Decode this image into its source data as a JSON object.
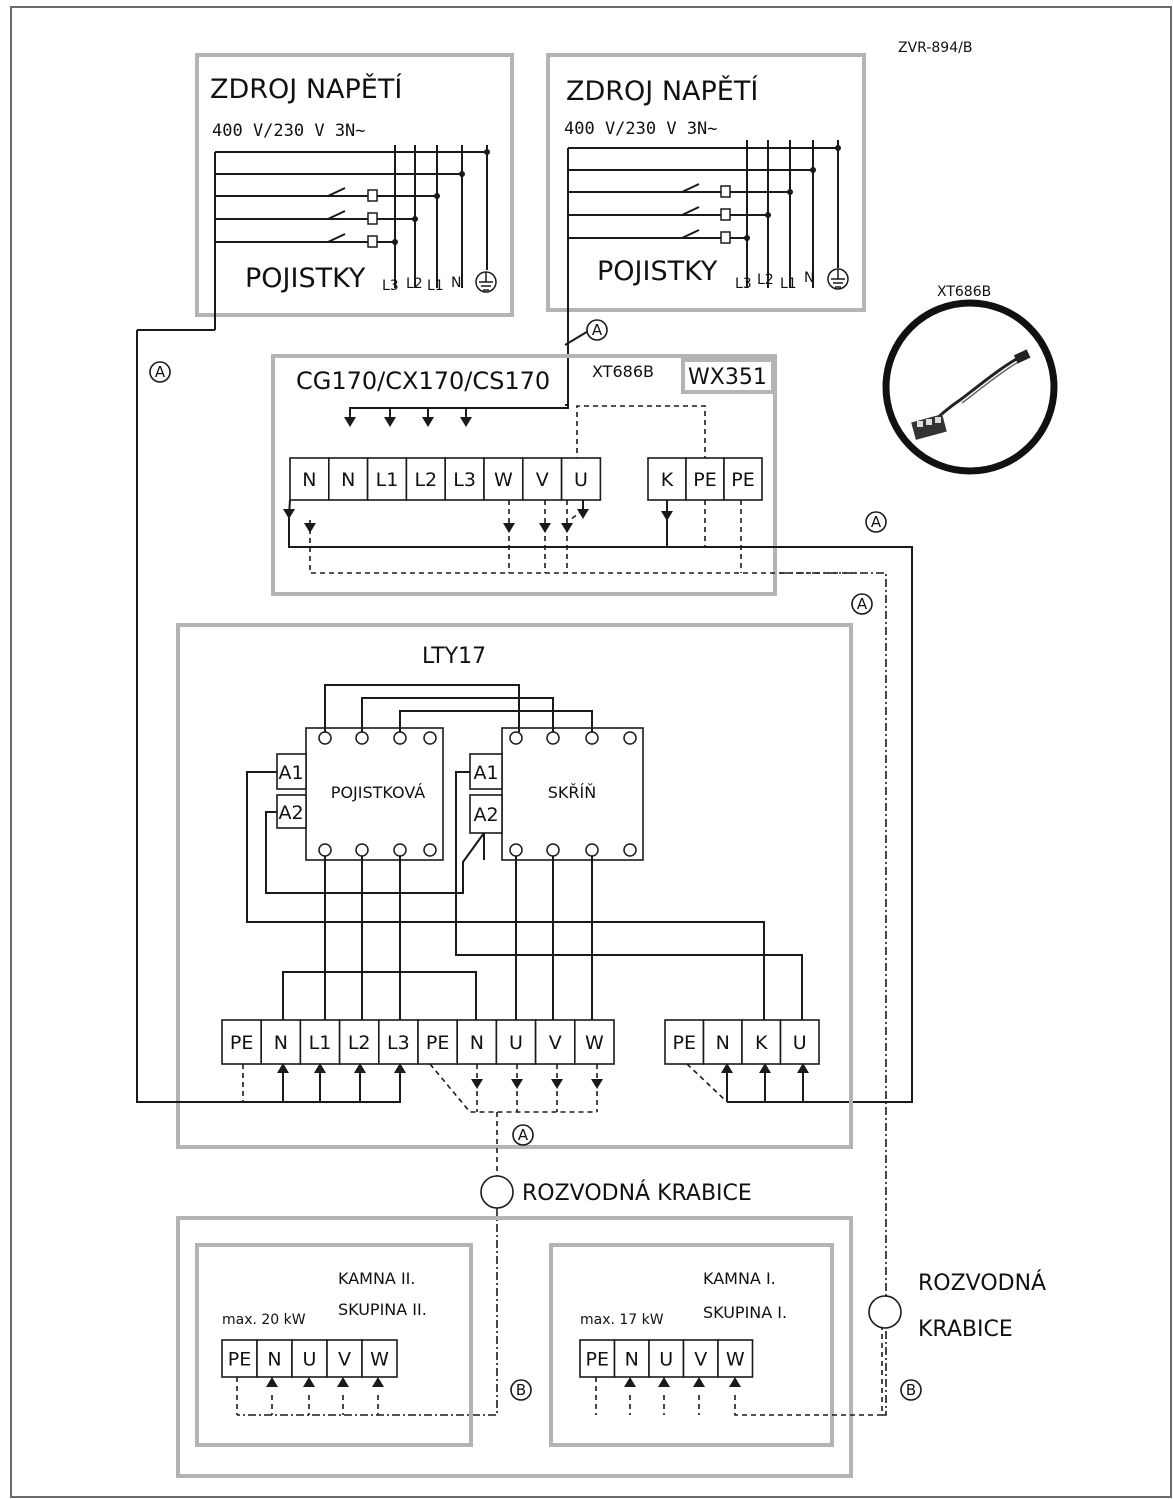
{
  "figure_id": "ZVR-894/B",
  "supplies": [
    {
      "title": "ZDROJ NAPĚTÍ",
      "voltage": "400 V/230 V 3N~",
      "fuse_label": "POJISTKY",
      "phases": [
        "L3",
        "L2",
        "L1",
        "N"
      ]
    },
    {
      "title": "ZDROJ NAPĚTÍ",
      "voltage": "400 V/230 V 3N~",
      "fuse_label": "POJISTKY",
      "phases": [
        "L3",
        "L2",
        "L1",
        "N"
      ]
    }
  ],
  "control_unit": {
    "name": "CG170/CX170/CS170",
    "sensor_label": "XT686B",
    "module_label": "WX351",
    "terminals": [
      "N",
      "N",
      "L1",
      "L2",
      "L3",
      "W",
      "V",
      "U"
    ],
    "aux_terminals": [
      "K",
      "PE",
      "PE"
    ]
  },
  "sensor_inset": {
    "label": "XT686B"
  },
  "contactor_box": {
    "name": "LTY17",
    "contactor_1": "POJISTKOVÁ",
    "contactor_2": "SKŘÍŇ",
    "coil_terminals": [
      "A1",
      "A2"
    ],
    "terminals_main": [
      "PE",
      "N",
      "L1",
      "L2",
      "L3",
      "PE",
      "N",
      "U",
      "V",
      "W"
    ],
    "terminals_aux": [
      "PE",
      "N",
      "K",
      "U"
    ]
  },
  "junction_boxes": [
    {
      "label": "ROZVODNÁ KRABICE"
    },
    {
      "label_line_1": "ROZVODNÁ",
      "label_line_2": "KRABICE"
    }
  ],
  "heaters": [
    {
      "title": "KAMNA II.",
      "group": "SKUPINA II.",
      "max_power": "max. 20 kW",
      "terminals": [
        "PE",
        "N",
        "U",
        "V",
        "W"
      ]
    },
    {
      "title": "KAMNA I.",
      "group": "SKUPINA I.",
      "max_power": "max. 17 kW",
      "terminals": [
        "PE",
        "N",
        "U",
        "V",
        "W"
      ]
    }
  ],
  "cable_refs": {
    "a": "A",
    "b": "B"
  }
}
